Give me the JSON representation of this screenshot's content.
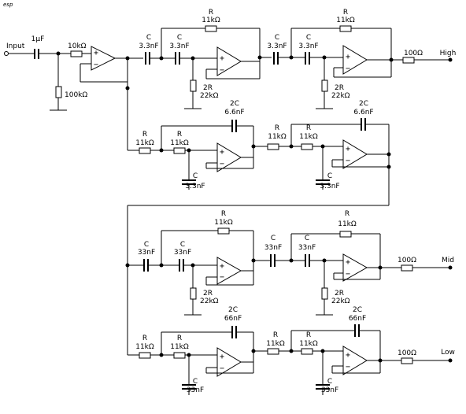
{
  "logo": "esp",
  "input": {
    "label": "Input",
    "cap": "1µF",
    "series_r": "10kΩ",
    "shunt_r": "100kΩ"
  },
  "outputs": {
    "high": "High",
    "mid": "Mid",
    "low": "Low",
    "out_r": "100Ω"
  },
  "hp_hi": {
    "c": "C",
    "c_val": "3.3nF",
    "r": "R",
    "r_val": "11kΩ",
    "r2": "2R",
    "r2_val": "22kΩ"
  },
  "lp_hi": {
    "r": "R",
    "r_val": "11kΩ",
    "c2": "2C",
    "c2_val": "6.6nF",
    "c": "C",
    "c_val": "3.3nF"
  },
  "hp_lo": {
    "c": "C",
    "c_val": "33nF",
    "r": "R",
    "r_val": "11kΩ",
    "r2": "2R",
    "r2_val": "22kΩ"
  },
  "lp_lo": {
    "r": "R",
    "r_val": "11kΩ",
    "c2": "2C",
    "c2_val": "66nF",
    "c": "C",
    "c_val": "33nF"
  },
  "opamp": {
    "plus": "+",
    "minus": "−"
  }
}
